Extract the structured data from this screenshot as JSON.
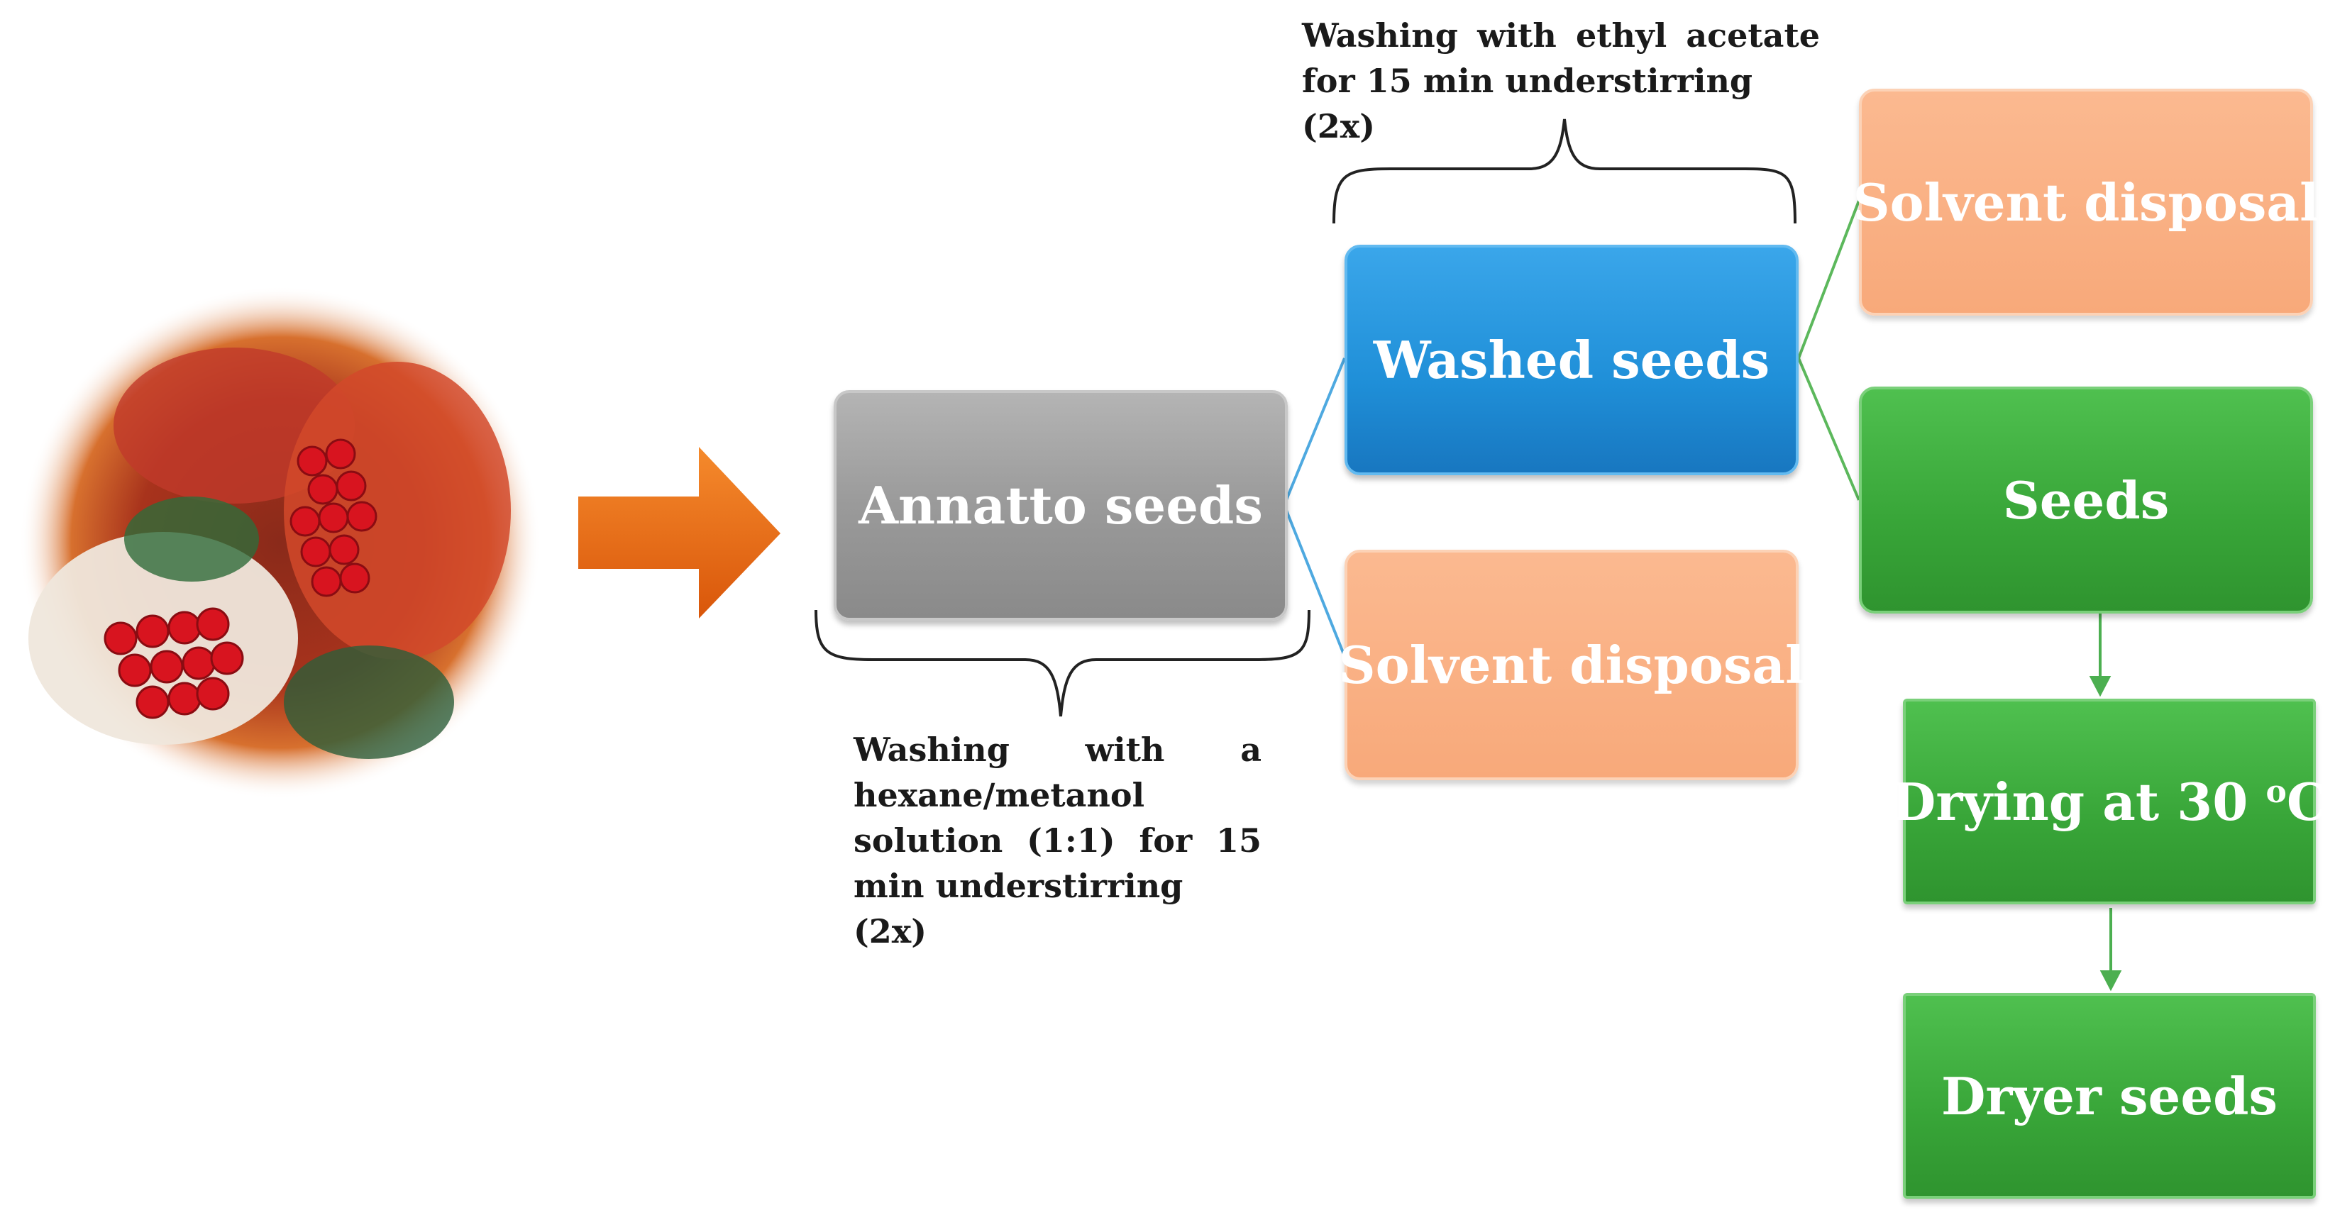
{
  "nodes": {
    "annatto": "Annatto seeds",
    "washed": "Washed seeds",
    "solvent_top": "Solvent disposal",
    "solvent_mid": "Solvent disposal",
    "seeds": "Seeds",
    "drying_prefix": "Drying at 30 ",
    "drying_sup": "o",
    "drying_suffix": "C",
    "dryer": "Dryer seeds"
  },
  "notes": {
    "top_line1": "Washing with ethyl acetate",
    "top_line2": "for 15 min understirring (2x)",
    "bottom_line1": "Washing with a",
    "bottom_line2": "hexane/metanol",
    "bottom_line3": "solution (1:1) for 15",
    "bottom_line4": "min understirring (2x)"
  },
  "colors": {
    "gray": "#9e9e9e",
    "blue": "#1f8fd8",
    "peach": "#f8a97a",
    "green": "#38a538",
    "arrow": "#e8650a"
  },
  "photo": "annatto-fruit-photo"
}
